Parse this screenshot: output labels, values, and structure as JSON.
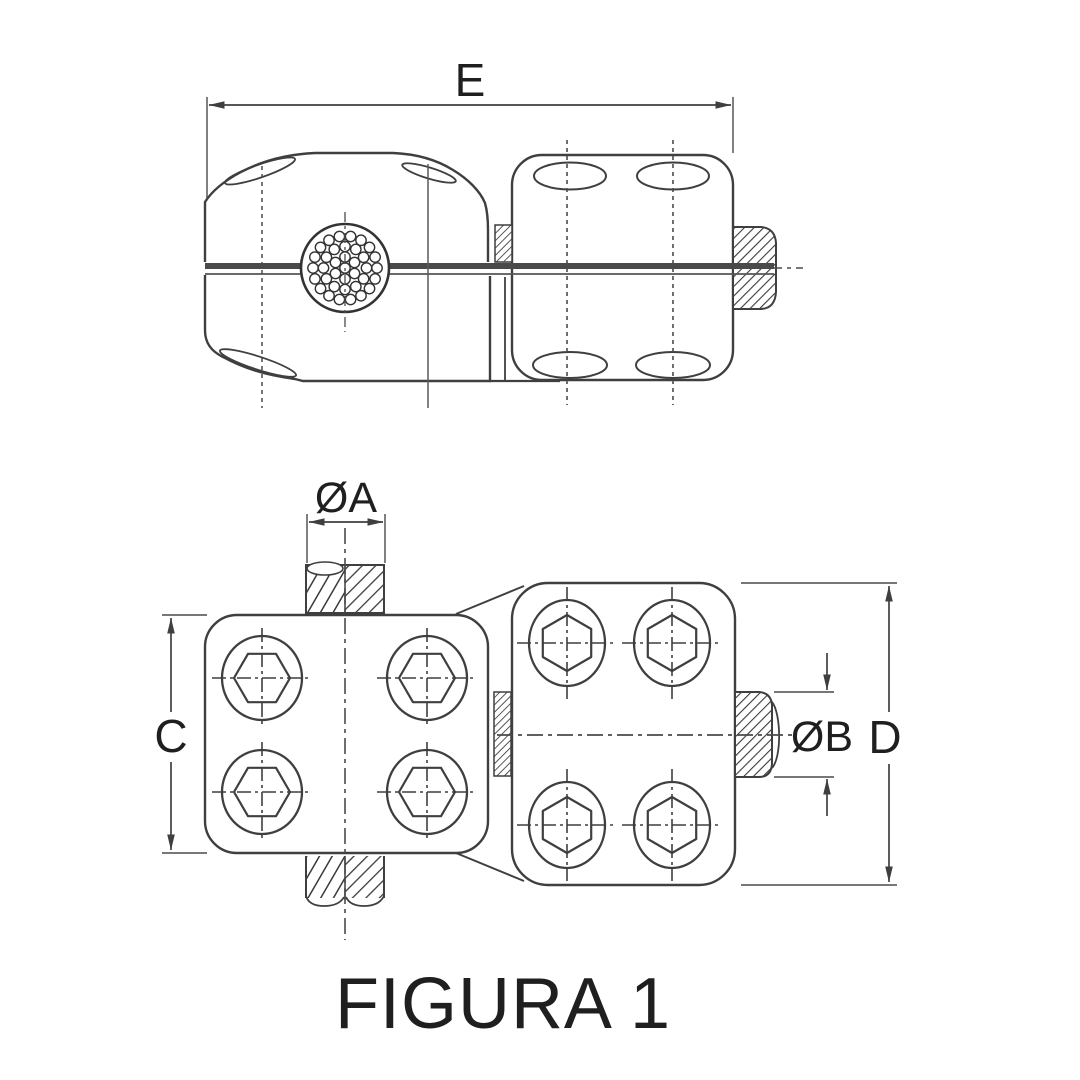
{
  "figure": {
    "caption": "FIGURA 1",
    "labels": {
      "e": "E",
      "phi_a": "ØA",
      "c": "C",
      "phi_b": "ØB",
      "d": "D"
    },
    "colors": {
      "line": "#3f3f3f",
      "line_soft": "#5a5a5a",
      "text": "#1f1f1f",
      "background": "#ffffff"
    },
    "views": {
      "top": "side-elevation-of-clamp",
      "bottom": "plan-view-of-clamp"
    }
  }
}
